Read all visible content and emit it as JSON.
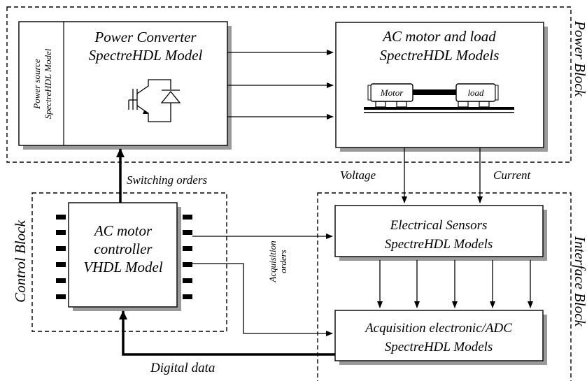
{
  "blocks": {
    "power": "Power Block",
    "control": "Control Block",
    "interface": "Interface Block"
  },
  "power_source": {
    "line1": "Power source",
    "line2": "SpectreHDL Model"
  },
  "power_converter": {
    "line1": "Power Converter",
    "line2": "SpectreHDL Model"
  },
  "ac_motor_load": {
    "line1": "AC motor and load",
    "line2": "SpectreHDL Models",
    "motor_label": "Motor",
    "load_label": "load"
  },
  "controller": {
    "line1": "AC motor",
    "line2": "controller",
    "line3": "VHDL Model"
  },
  "sensors": {
    "line1": "Electrical Sensors",
    "line2": "SpectreHDL Models"
  },
  "adc": {
    "line1": "Acquisition electronic/ADC",
    "line2": "SpectreHDL Models"
  },
  "signals": {
    "switching": "Switching orders",
    "voltage": "Voltage",
    "current": "Current",
    "acquisition_line1": "Acquisition",
    "acquisition_line2": "orders",
    "digital": "Digital data"
  }
}
